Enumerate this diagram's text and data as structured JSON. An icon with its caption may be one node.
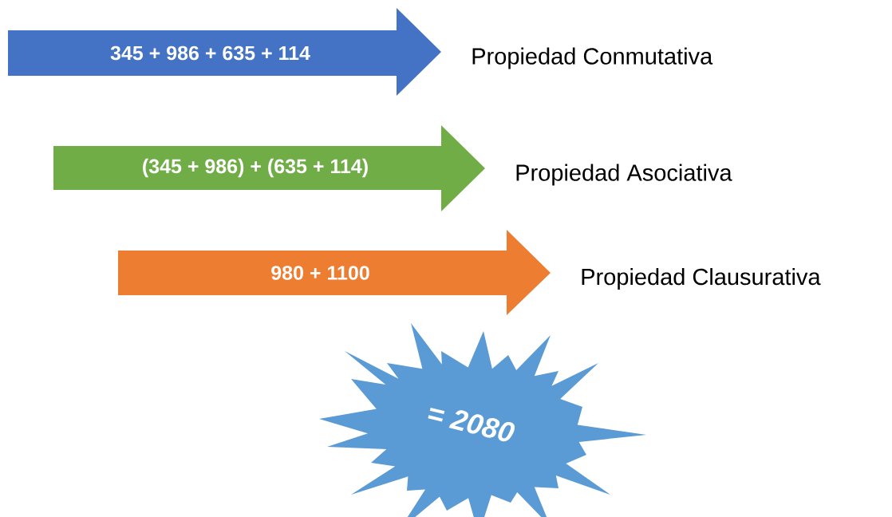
{
  "diagram": {
    "nodes": [
      {
        "text": [
          "345 + 986 + 635 + 114"
        ],
        "beside": [
          "Propiedad Conmutativa"
        ]
      },
      {
        "text": [
          "(345 + 986) + (635 + 114)"
        ],
        "beside": [
          "Propiedad Asociativa"
        ]
      },
      {
        "text": [
          "980 + 1100"
        ],
        "beside": [
          "Propiedad Clausurativa"
        ]
      },
      {
        "text": [
          "= 2080"
        ]
      }
    ]
  }
}
